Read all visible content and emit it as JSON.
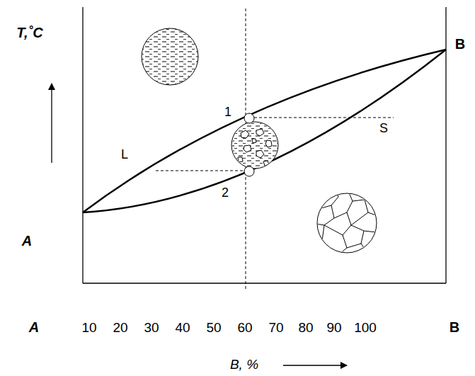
{
  "diagram": {
    "labels": [
      "T,˚C",
      "B",
      "L",
      "1",
      "S",
      "2",
      "A",
      "A",
      "10",
      "20",
      "30",
      "40",
      "50",
      "60",
      "70",
      "80",
      "90",
      "100",
      "B",
      "B, %"
    ]
  }
}
